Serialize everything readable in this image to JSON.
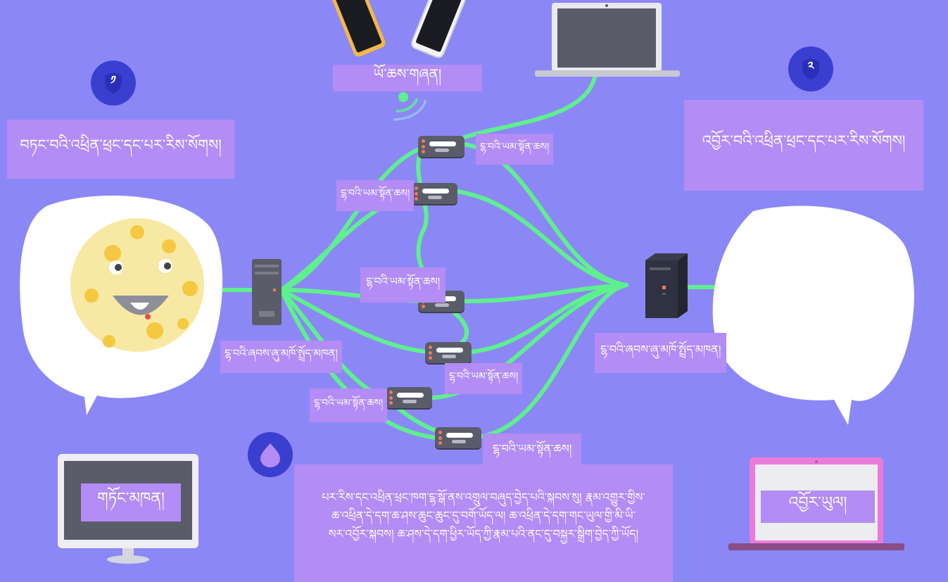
{
  "colors": {
    "background": "#8c87f6",
    "label_bg": "#b38cf5",
    "link_line": "#5ef08f",
    "badge": "#3b3fd0",
    "router": "#5b5c6a"
  },
  "top_devices_label": "ཡོ་ཆས་གཞན།",
  "sender_box": {
    "badge": "༡",
    "text": "བཏང་བའི་འཕྲིན་ཕྲང་དང་པར་རིས་སོགས།",
    "node_label": "ངྷ་བའི་ཞབས་ཞུ་མཁོ་སྤྲོད་མཁན།",
    "client_label": "གཏོང་མཁན།"
  },
  "receiver_box": {
    "badge": "༢",
    "text": "འབྱོར་བའི་འཕྲིན་ཕྲང་དང་པར་རིས་སོགས།",
    "node_label": "ངྷ་བའི་ཞབས་ཞུ་མཁོ་སྤྲོད་མཁན།",
    "client_label": "འབྱོར་ཡུལ།"
  },
  "relay_label": "ངྷ་བའི་ཡམ་སྟོན་ཆས།",
  "relays": [
    {
      "name": "relay-1",
      "label": "ངྷ་བའི་ཡམ་སྟོན་ཆས།"
    },
    {
      "name": "relay-2",
      "label": "ངྷ་བའི་ཡམ་སྟོན་ཆས།"
    },
    {
      "name": "relay-3",
      "label": "ངྷ་བའི་ཡམ་སྟོན་ཆས།"
    },
    {
      "name": "relay-4",
      "label": "ངྷ་བའི་ཡམ་སྟོན་ཆས།"
    },
    {
      "name": "relay-5",
      "label": "ངྷ་བའི་ཡམ་སྟོན་ཆས།"
    },
    {
      "name": "relay-6",
      "label": "ངྷ་བའི་ཡམ་སྟོན་ཆས།"
    }
  ],
  "note": {
    "badge": "droplet-icon",
    "line1": "པར་རིས་དང་འཕྲིན་ཕྲང་ཁག་ངྷ་སྒོ་ནས་འགྲུལ་བཞུད་བྱེད་པའི་སྐབས་སུ། རྣམ་འགྱུར་གྱིས་",
    "line2": "ཆ་འཕྲིན་དེ་དག་ཆ་ཤས་ཆུང་ཆུང་དུ་བགོ་ཡོད་ལ། ཆ་འཕྲིན་དེ་དག་གང་ཡུལ་གྱི་མི་ཡི་",
    "line3": "སར་འབྱོར་སྐབས། ཆ་ཤས་དེ་དག་ཕྱིར་ཡོད་ཀྱི་རྣམ་པའི་ནང་དུ་བསྐྱར་སྒྲིག་བྱེད་ཀྱི་ཡོད།"
  }
}
